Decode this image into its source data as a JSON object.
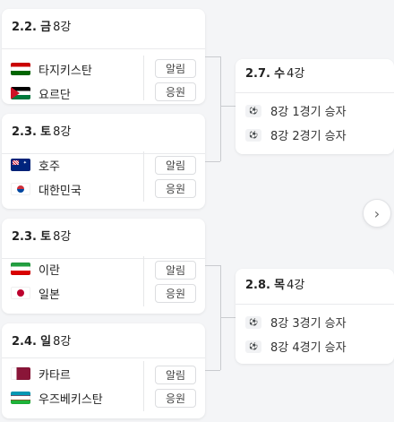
{
  "matches": [
    {
      "date": "2.2.",
      "dow": "금",
      "round": "8강",
      "teams": [
        {
          "name": "타지키스탄",
          "flag": "tajikistan-flag"
        },
        {
          "name": "요르단",
          "flag": "jordan-flag"
        }
      ],
      "buttons": [
        "알림",
        "응원"
      ]
    },
    {
      "date": "2.3.",
      "dow": "토",
      "round": "8강",
      "teams": [
        {
          "name": "호주",
          "flag": "australia-flag"
        },
        {
          "name": "대한민국",
          "flag": "korea-flag"
        }
      ],
      "buttons": [
        "알림",
        "응원"
      ]
    },
    {
      "date": "2.3.",
      "dow": "토",
      "round": "8강",
      "teams": [
        {
          "name": "이란",
          "flag": "iran-flag"
        },
        {
          "name": "일본",
          "flag": "japan-flag"
        }
      ],
      "buttons": [
        "알림",
        "응원"
      ]
    },
    {
      "date": "2.4.",
      "dow": "일",
      "round": "8강",
      "teams": [
        {
          "name": "카타르",
          "flag": "qatar-flag"
        },
        {
          "name": "우즈베키스탄",
          "flag": "uzbekistan-flag"
        }
      ],
      "buttons": [
        "알림",
        "응원"
      ]
    }
  ],
  "semis": [
    {
      "date": "2.7.",
      "dow": "수",
      "round": "4강",
      "teams": [
        "8강 1경기 승자",
        "8강 2경기 승자"
      ]
    },
    {
      "date": "2.8.",
      "dow": "목",
      "round": "4강",
      "teams": [
        "8강 3경기 승자",
        "8강 4경기 승자"
      ]
    }
  ],
  "next_icon": "chevron-right-icon",
  "next_glyph": "›"
}
